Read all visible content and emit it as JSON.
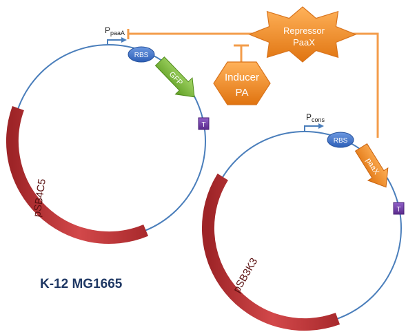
{
  "diagram": {
    "strain_label": "K-12 MG1665",
    "plasmid1": {
      "promoter_main": "P",
      "promoter_sub": "paaA",
      "rbs": "RBS",
      "gene": "GFP",
      "terminator": "T",
      "backbone": "pSB4C5"
    },
    "plasmid2": {
      "promoter_main": "P",
      "promoter_sub": "cons",
      "rbs": "RBS",
      "gene": "paaX",
      "terminator": "T",
      "backbone": "pSB3K3"
    },
    "repressor": {
      "line1": "Repressor",
      "line2": "PaaX"
    },
    "inducer": {
      "line1": "Inducer",
      "line2": "PA"
    },
    "colors": {
      "circle_line": "#4a7ebb",
      "backbone_red": "#c0393b",
      "rbs_blue": "#3b6fc9",
      "gfp_green": "#7ab839",
      "paax_orange": "#f07f1a",
      "terminator_purple": "#6d3aa0",
      "regulator_orange": "#f39226",
      "connector_orange": "#f39c4a",
      "strain_text": "#1f3864"
    }
  }
}
